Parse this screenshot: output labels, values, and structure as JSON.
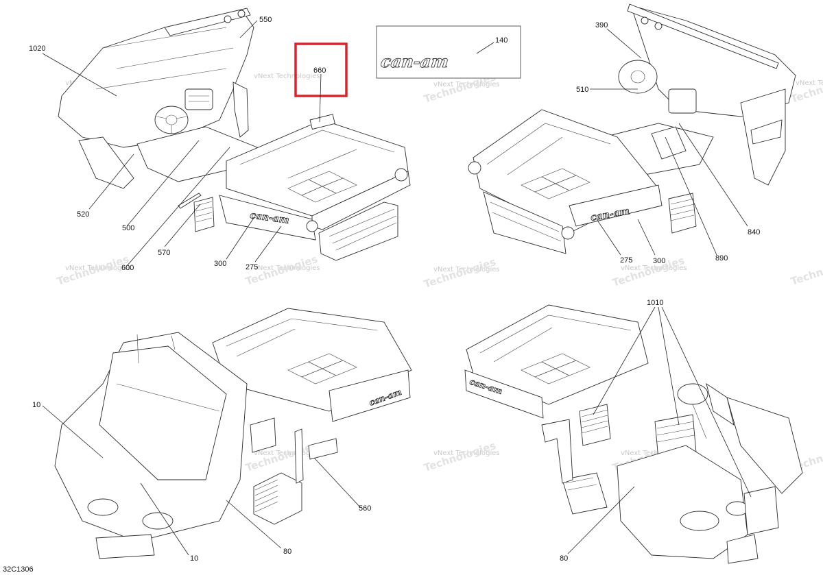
{
  "document_code": "32C1306",
  "watermark": {
    "line1": "vNext Technologies",
    "line2": "Technologies"
  },
  "highlight": {
    "color": "#d9242b",
    "label": "660"
  },
  "logo": {
    "text": "can-am"
  },
  "callouts": {
    "c1020": "1020",
    "c550": "550",
    "c660": "660",
    "c140": "140",
    "c390": "390",
    "c510": "510",
    "c520": "520",
    "c500": "500",
    "c570": "570",
    "c600": "600",
    "c300": "300",
    "c275a": "275",
    "c275b": "275",
    "c300b": "300",
    "c890": "890",
    "c840": "840",
    "c1010": "1010",
    "c10a": "10",
    "c10b": "10",
    "c80a": "80",
    "c80b": "80",
    "c560": "560"
  }
}
